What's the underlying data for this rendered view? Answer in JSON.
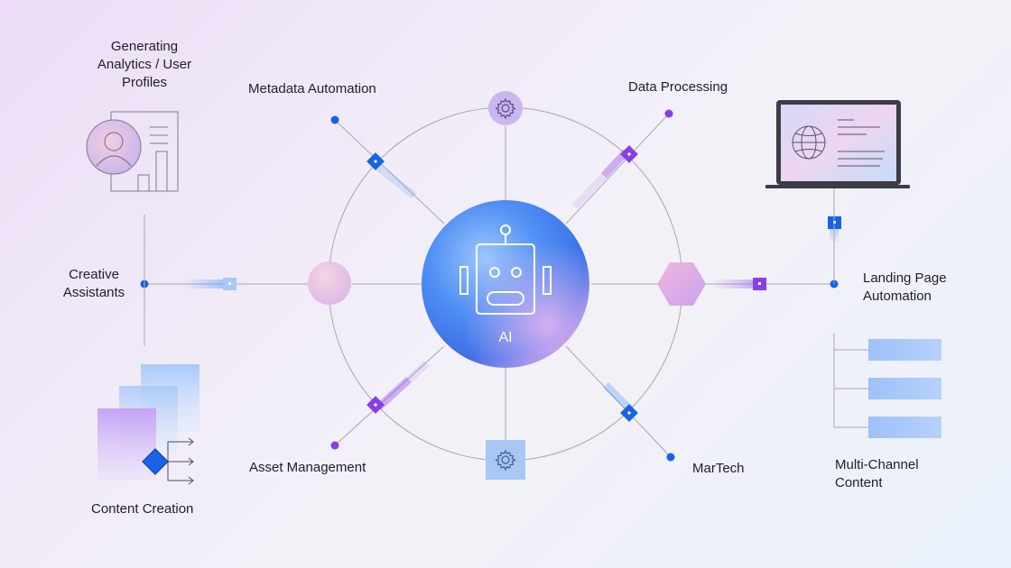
{
  "labels": {
    "generating_analytics": [
      "Generating",
      "Analytics / User",
      "Profiles"
    ],
    "metadata_automation": "Metadata Automation",
    "data_processing": "Data Processing",
    "creative_assistants": [
      "Creative",
      "Assistants"
    ],
    "landing_page_automation": [
      "Landing Page",
      "Automation"
    ],
    "asset_management": "Asset Management",
    "martech": "MarTech",
    "multi_channel_content": [
      "Multi-Channel",
      "Content"
    ],
    "content_creation": "Content Creation",
    "ai": "AI"
  },
  "icons": {
    "center": "robot-icon",
    "top_node": "gear-icon",
    "bottom_node": "gear-icon",
    "profile": "user-profile-chart-icon",
    "laptop": "laptop-globe-icon",
    "content": "content-flow-icon"
  },
  "colors": {
    "blue": "#1763e6",
    "purple": "#8a3ee6",
    "lavender": "#c9b4ee",
    "line": "#9fa0a8"
  }
}
